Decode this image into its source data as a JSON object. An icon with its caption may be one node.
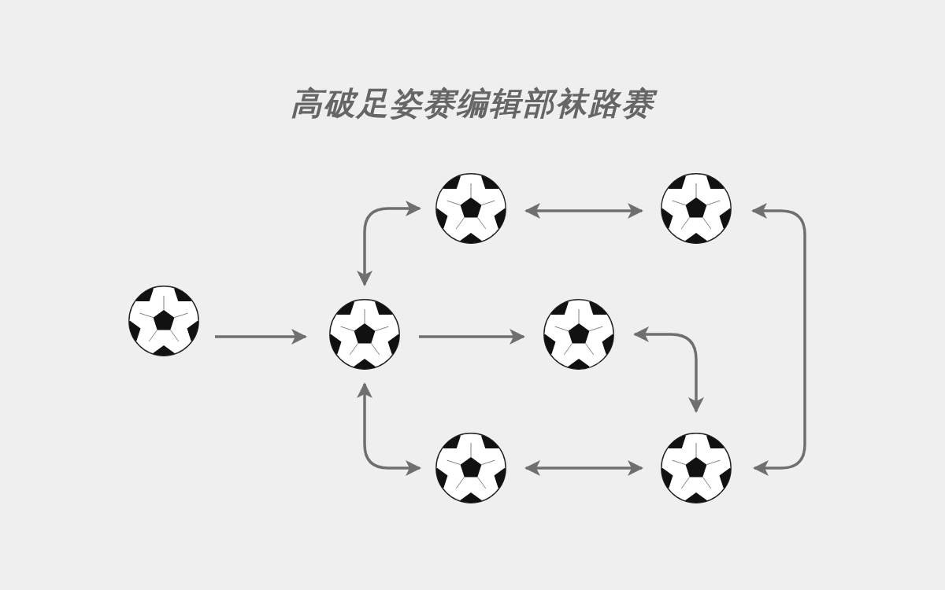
{
  "diagram": {
    "title": "高破足姿赛编辑部袜路赛",
    "nodes": [
      {
        "text": [],
        "shape": "picture"
      },
      {
        "text": [],
        "shape": "picture"
      },
      {
        "text": [],
        "shape": "picture"
      },
      {
        "text": [],
        "shape": "picture"
      },
      {
        "text": [],
        "shape": "picture"
      },
      {
        "text": [],
        "shape": "picture"
      },
      {
        "text": [],
        "shape": "picture"
      }
    ],
    "edges": [
      {
        "from": 2,
        "to": 3,
        "arrow": "to"
      },
      {
        "from": 3,
        "to": 4,
        "arrow": "to"
      },
      {
        "from": 3,
        "to": 0,
        "arrow": "both"
      },
      {
        "from": 3,
        "to": 5,
        "arrow": "both"
      },
      {
        "from": 0,
        "to": 1,
        "arrow": "both"
      },
      {
        "from": 5,
        "to": 6,
        "arrow": "both"
      },
      {
        "from": 4,
        "to": 6,
        "arrow": "both"
      },
      {
        "from": 1,
        "to": 6,
        "arrow": "both"
      }
    ]
  }
}
